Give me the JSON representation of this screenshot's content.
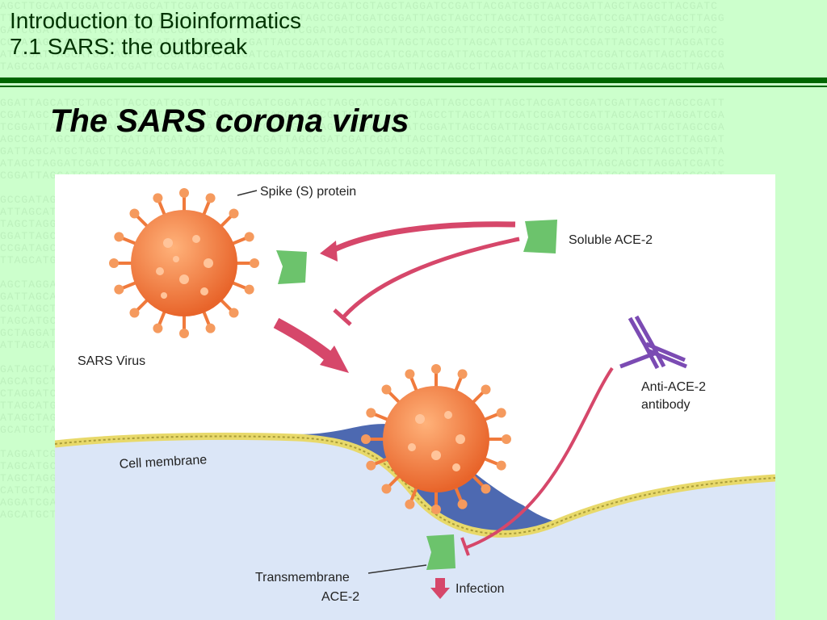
{
  "header": {
    "course_title": "Introduction to Bioinformatics",
    "section_title": "7.1 SARS: the outbreak"
  },
  "slide": {
    "title": "The SARS corona virus"
  },
  "figure": {
    "labels": {
      "spike": "Spike (S) protein",
      "soluble_ace2": "Soluble ACE-2",
      "sars_virus": "SARS Virus",
      "antibody_line1": "Anti-ACE-2",
      "antibody_line2": "antibody",
      "cell_membrane": "Cell membrane",
      "transmembrane_line1": "Transmembrane",
      "transmembrane_line2": "ACE-2",
      "infection": "Infection"
    }
  },
  "colors": {
    "background": "#ccffcc",
    "header_text": "#003300",
    "rule": "#006600",
    "virus": "#f28a4a",
    "ace2": "#6cc36c",
    "arrow": "#d6476a",
    "antibody": "#7b4bb3",
    "cell": "#dbe6f7",
    "membrane": "#e8d96a",
    "pocket": "#2e4fa3"
  }
}
